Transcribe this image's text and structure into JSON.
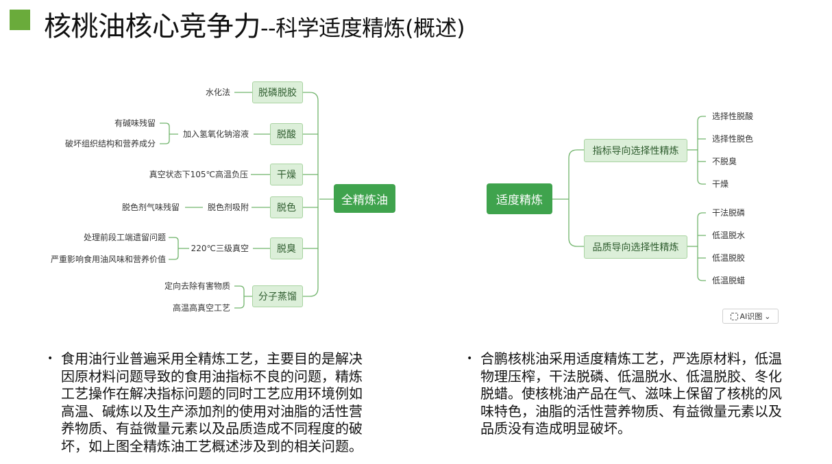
{
  "title": {
    "main": "核桃油核心竞争力",
    "sub": "--科学适度精炼(概述)"
  },
  "left_map": {
    "root": "全精炼油",
    "branches": [
      {
        "label": "脱磷脱胶",
        "mid": "",
        "leaves": [
          "水化法"
        ]
      },
      {
        "label": "脱酸",
        "mid": "加入氢氧化钠溶液",
        "leaves": [
          "有碱味残留",
          "破坏组织结构和营养成分"
        ]
      },
      {
        "label": "干燥",
        "mid": "",
        "leaves": [
          "真空状态下105℃高温负压"
        ]
      },
      {
        "label": "脱色",
        "mid": "脱色剂吸附",
        "leaves": [
          "脱色剂气味残留"
        ]
      },
      {
        "label": "脱臭",
        "mid": "220℃三级真空",
        "leaves": [
          "处理前段工端遗留问题",
          "严重影响食用油风味和营养价值"
        ]
      },
      {
        "label": "分子蒸馏",
        "mid": "",
        "leaves": [
          "定向去除有害物质",
          "高温高真空工艺"
        ]
      }
    ]
  },
  "right_map": {
    "root": "适度精炼",
    "branches": [
      {
        "label": "指标导向选择性精炼",
        "leaves": [
          "选择性脱酸",
          "选择性脱色",
          "不脱臭",
          "干燥"
        ]
      },
      {
        "label": "品质导向选择性精炼",
        "leaves": [
          "干法脱磷",
          "低温脱水",
          "低温脱胶",
          "低温脱蜡"
        ]
      }
    ]
  },
  "ai_button": {
    "label": "AI识图",
    "icon": "scan-icon"
  },
  "paragraphs": {
    "left": [
      "食用油行业普遍采用全精炼工艺，主要目的是解决",
      "因原材料问题导致的食用油指标不良的问题，精炼",
      "工艺操作在解决指标问题的同时工艺应用环境例如",
      "高温、碱炼以及生产添加剂的使用对油脂的活性营",
      "养物质、有益微量元素以及品质造成不同程度的破",
      "坏，如上图全精炼油工艺概述涉及到的相关问题。"
    ],
    "right": [
      "合鹏核桃油采用适度精炼工艺，严选原材料，低温",
      "物理压榨，干法脱磷、低温脱水、低温脱胶、冬化",
      "脱蜡。使核桃油产品在气、滋味上保留了核桃的风",
      "味特色，油脂的活性营养物质、有益微量元素以及",
      "品质没有造成明显破坏。"
    ]
  },
  "colors": {
    "accent": "#6aab3b",
    "root_fill": "#3fa34d",
    "node_fill": "#dcefd9",
    "connector": "#6fb36a"
  }
}
